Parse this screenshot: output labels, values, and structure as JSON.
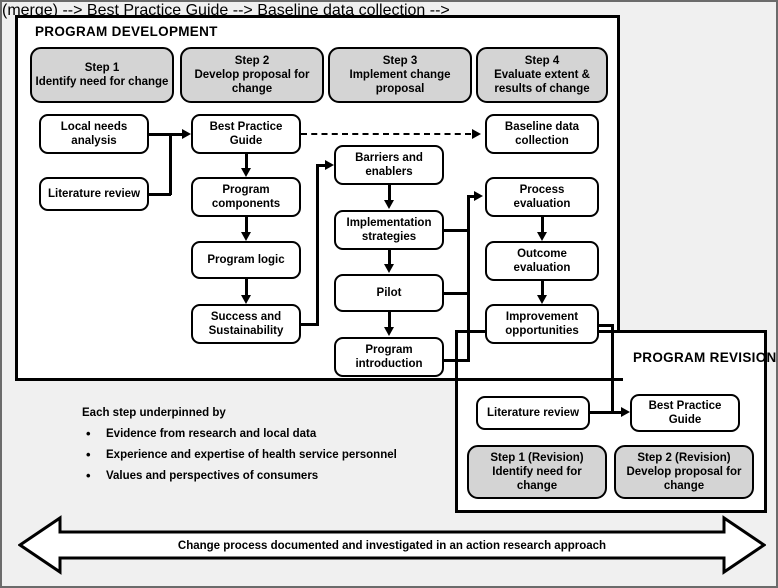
{
  "diagram": {
    "title_development": "PROGRAM DEVELOPMENT",
    "title_revision": "PROGRAM REVISION",
    "steps": [
      {
        "id": "step1",
        "heading": "Step 1",
        "text": "Identify need for change"
      },
      {
        "id": "step2",
        "heading": "Step 2",
        "text": "Develop proposal for change"
      },
      {
        "id": "step3",
        "heading": "Step 3",
        "text": "Implement change proposal"
      },
      {
        "id": "step4",
        "heading": "Step 4",
        "text": "Evaluate extent & results of change"
      }
    ],
    "nodes": {
      "local_needs": {
        "l1": "Local needs",
        "l2": "analysis"
      },
      "literature_review": {
        "l1": "Literature review",
        "l2": ""
      },
      "best_practice_guide": {
        "l1": "Best Practice",
        "l2": "Guide"
      },
      "program_components": {
        "l1": "Program",
        "l2": "components"
      },
      "program_logic": {
        "l1": "Program logic",
        "l2": ""
      },
      "success_sustainability": {
        "l1": "Success and",
        "l2": "Sustainability"
      },
      "barriers_enablers": {
        "l1": "Barriers and",
        "l2": "enablers"
      },
      "implementation_strategies": {
        "l1": "Implementation",
        "l2": "strategies"
      },
      "pilot": {
        "l1": "Pilot",
        "l2": ""
      },
      "program_introduction": {
        "l1": "Program",
        "l2": "introduction"
      },
      "baseline_data": {
        "l1": "Baseline data",
        "l2": "collection"
      },
      "process_evaluation": {
        "l1": "Process",
        "l2": "evaluation"
      },
      "outcome_evaluation": {
        "l1": "Outcome",
        "l2": "evaluation"
      },
      "improvement_opportunities": {
        "l1": "Improvement",
        "l2": "opportunities"
      },
      "rev_literature_review": {
        "l1": "Literature review",
        "l2": ""
      },
      "rev_best_practice_guide": {
        "l1": "Best Practice",
        "l2": "Guide"
      }
    },
    "revision_steps": [
      {
        "id": "rev_step1",
        "heading": "Step 1 (Revision)",
        "text": "Identify need for change"
      },
      {
        "id": "rev_step2",
        "heading": "Step 2 (Revision)",
        "text": "Develop proposal for change"
      }
    ],
    "notes": {
      "heading": "Each step underpinned by",
      "bullets": [
        "Evidence from research and local data",
        "Experience and expertise of health service personnel",
        "Values and perspectives of consumers"
      ]
    },
    "banner": {
      "label": "Change process documented and investigated in an action research approach"
    },
    "colors": {
      "page_background": "#f0f0f0",
      "panel_background": "#ffffff",
      "step_fill": "#d4d4d4",
      "stroke": "#000000",
      "outer_border": "#6b6b6b"
    }
  }
}
